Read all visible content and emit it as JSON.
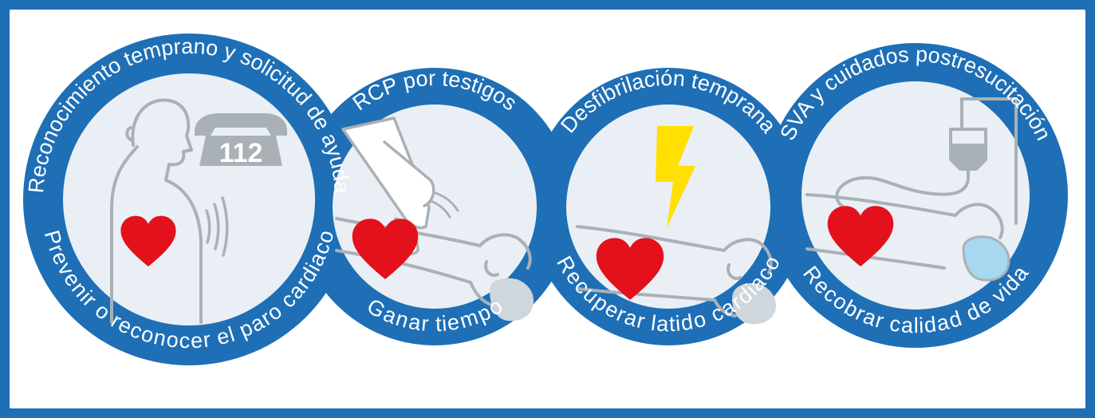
{
  "colors": {
    "ring_blue": "#1e6fb6",
    "inner_fill": "#e9eff5",
    "heart_red": "#e3111c",
    "bolt_yellow": "#ffe000",
    "outline_gray": "#a9b1b7",
    "frame_outer": "#dfe8cf"
  },
  "links": [
    {
      "top_text": "Reconocimiento temprano y solicitud de ayuda",
      "bottom_text": "Prevenir o reconocer el paro cardiaco",
      "icons": [
        "person-icon",
        "phone-icon",
        "heart-icon"
      ]
    },
    {
      "top_text": "RCP por testigos",
      "bottom_text": "Ganar tiempo",
      "icons": [
        "hands-icon",
        "heart-icon",
        "patient-icon"
      ]
    },
    {
      "top_text": "Desfibrilación temprana",
      "bottom_text": "Recuperar latido cardiaco",
      "icons": [
        "lightning-icon",
        "heart-icon",
        "patient-icon"
      ]
    },
    {
      "top_text": "SVA y cuidados postresucitación",
      "bottom_text": "Recobrar calidad de vida",
      "icons": [
        "iv-drip-icon",
        "heart-icon",
        "patient-icon",
        "oxygen-mask-icon"
      ]
    }
  ],
  "phone_number": "112"
}
